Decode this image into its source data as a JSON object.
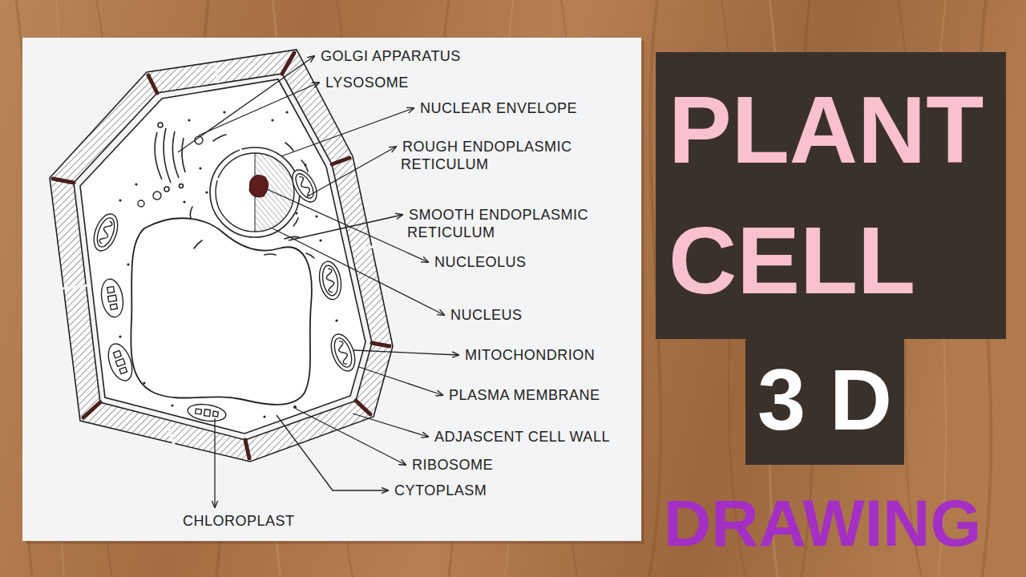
{
  "diagram": {
    "nodes": [
      {
        "text": [
          "PLANT CELL"
        ]
      },
      {
        "text": [
          "3 D"
        ]
      }
    ],
    "labels": [
      "GOLGI APPARATUS",
      "LYSOSOME",
      "NUCLEAR ENVELOPE",
      "ROUGH ENDOPLASMIC RETICULUM",
      "SMOOTH ENDOPLASMIC RETICULUM",
      "NUCLEOLUS",
      "NUCLEUS",
      "MITOCHONDRION",
      "PLASMA MEMBRANE",
      "ADJASCENT CELL WALL",
      "RIBOSOME",
      "CYTOPLASM",
      "CHLOROPLAST",
      "DRAWING"
    ]
  }
}
